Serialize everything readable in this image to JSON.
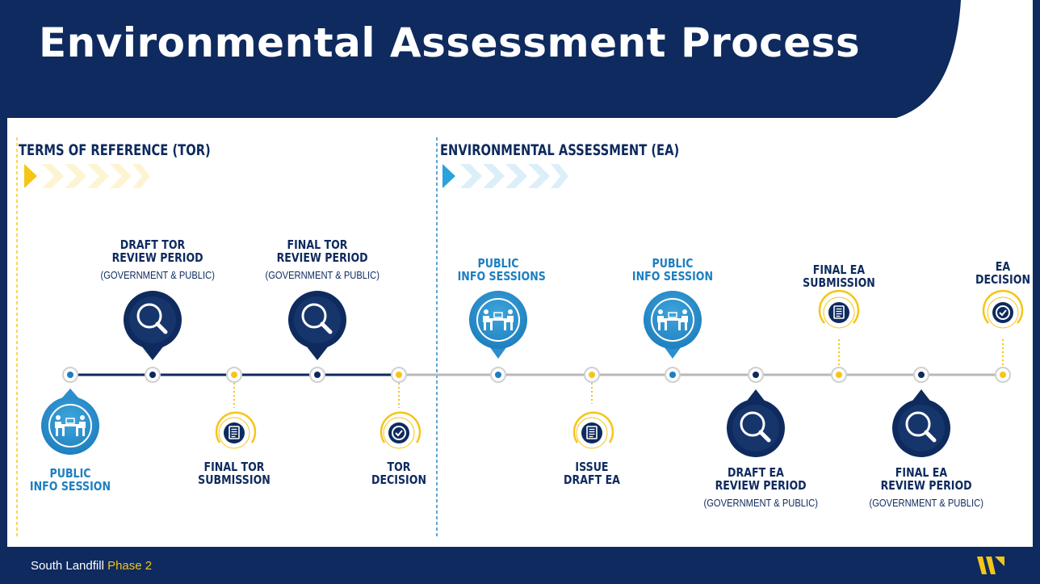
{
  "title": "Environmental Assessment Process",
  "sections": {
    "tor": "TERMS OF REFERENCE (TOR)",
    "ea": "ENVIRONMENTAL ASSESSMENT (EA)"
  },
  "stages": {
    "s1": {
      "line1": "PUBLIC",
      "line2": "INFO SESSION"
    },
    "s2": {
      "line1": "DRAFT TOR",
      "line2": "REVIEW PERIOD",
      "sub": "(GOVERNMENT & PUBLIC)"
    },
    "s3": {
      "line1": "FINAL TOR",
      "line2": "SUBMISSION"
    },
    "s4": {
      "line1": "FINAL TOR",
      "line2": "REVIEW PERIOD",
      "sub": "(GOVERNMENT & PUBLIC)"
    },
    "s5": {
      "line1": "TOR",
      "line2": "DECISION"
    },
    "s6": {
      "line1": "PUBLIC",
      "line2": "INFO SESSIONS"
    },
    "s7": {
      "line1": "ISSUE",
      "line2": "DRAFT EA"
    },
    "s8": {
      "line1": "PUBLIC",
      "line2": "INFO SESSION"
    },
    "s9": {
      "line1": "DRAFT EA",
      "line2": "REVIEW PERIOD",
      "sub": "(GOVERNMENT & PUBLIC)"
    },
    "s10": {
      "line1": "FINAL EA",
      "line2": "SUBMISSION"
    },
    "s11": {
      "line1": "FINAL EA",
      "line2": "REVIEW PERIOD",
      "sub": "(GOVERNMENT & PUBLIC)"
    },
    "s12": {
      "line1": "EA",
      "line2": "DECISION"
    }
  },
  "footer": {
    "text": "South Landfill",
    "accent": "Phase 2"
  },
  "colors": {
    "navy": "#0e2a5e",
    "blue": "#1d7fc0",
    "gold": "#f5c518",
    "grey": "#b8b8b8"
  },
  "icons": [
    "meeting-icon",
    "magnifier-icon",
    "document-icon",
    "checkmark-icon",
    "chevron-arrow-icon",
    "company-logo-icon"
  ]
}
